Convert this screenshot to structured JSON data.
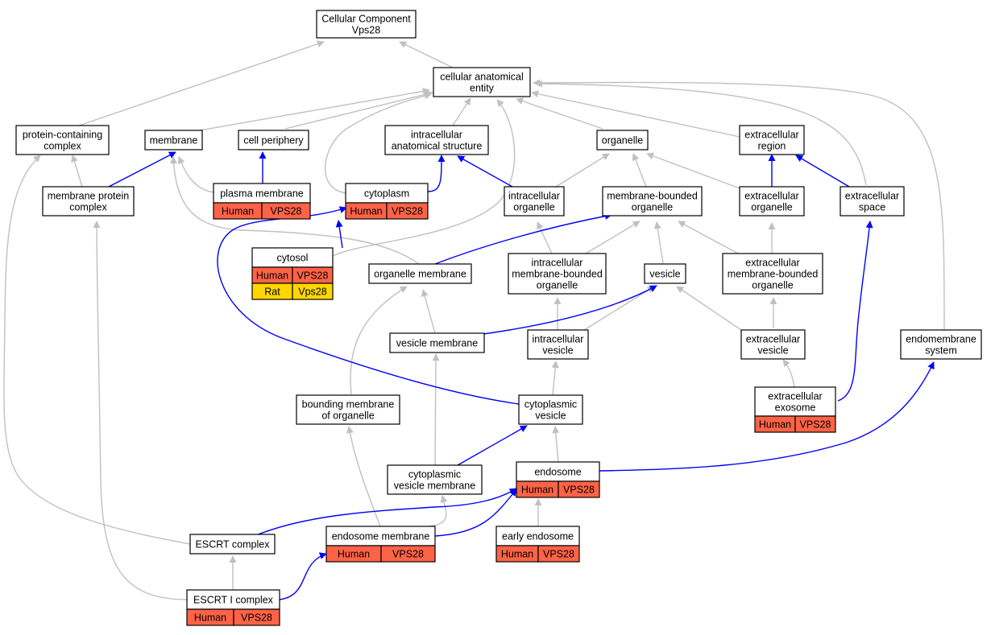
{
  "colors": {
    "edge_is_a": "#c0c0c0",
    "edge_part_of": "#0000ff",
    "human_cell": "#ff6347",
    "rat_cell": "#ffd700"
  },
  "nodes": {
    "cellular_component": [
      "Cellular Component",
      "Vps28"
    ],
    "cellular_anatomical_entity": [
      "cellular anatomical",
      "entity"
    ],
    "protein_containing_complex": [
      "protein-containing",
      "complex"
    ],
    "membrane": [
      "membrane"
    ],
    "cell_periphery": [
      "cell periphery"
    ],
    "intracellular_anatomical_structure": [
      "intracellular",
      "anatomical structure"
    ],
    "organelle": [
      "organelle"
    ],
    "extracellular_region": [
      "extracellular",
      "region"
    ],
    "membrane_protein_complex": [
      "membrane protein",
      "complex"
    ],
    "plasma_membrane": [
      "plasma membrane"
    ],
    "cytoplasm": [
      "cytoplasm"
    ],
    "intracellular_organelle": [
      "intracellular",
      "organelle"
    ],
    "membrane_bounded_organelle": [
      "membrane-bounded",
      "organelle"
    ],
    "extracellular_organelle": [
      "extracellular",
      "organelle"
    ],
    "extracellular_space": [
      "extracellular",
      "space"
    ],
    "cytosol": [
      "cytosol"
    ],
    "organelle_membrane": [
      "organelle membrane"
    ],
    "intracellular_membrane_bounded_organelle": [
      "intracellular",
      "membrane-bounded",
      "organelle"
    ],
    "vesicle": [
      "vesicle"
    ],
    "extracellular_membrane_bounded_organelle": [
      "extracellular",
      "membrane-bounded",
      "organelle"
    ],
    "vesicle_membrane": [
      "vesicle membrane"
    ],
    "intracellular_vesicle": [
      "intracellular",
      "vesicle"
    ],
    "extracellular_vesicle": [
      "extracellular",
      "vesicle"
    ],
    "endomembrane_system": [
      "endomembrane",
      "system"
    ],
    "bounding_membrane_of_organelle": [
      "bounding membrane",
      "of organelle"
    ],
    "cytoplasmic_vesicle": [
      "cytoplasmic",
      "vesicle"
    ],
    "extracellular_exosome": [
      "extracellular",
      "exosome"
    ],
    "cytoplasmic_vesicle_membrane": [
      "cytoplasmic",
      "vesicle membrane"
    ],
    "endosome": [
      "endosome"
    ],
    "escrt_complex": [
      "ESCRT complex"
    ],
    "endosome_membrane": [
      "endosome membrane"
    ],
    "early_endosome": [
      "early endosome"
    ],
    "escrt_i_complex": [
      "ESCRT I complex"
    ]
  },
  "annotations": {
    "plasma_membrane": [
      [
        "Human",
        "VPS28"
      ]
    ],
    "cytoplasm": [
      [
        "Human",
        "VPS28"
      ]
    ],
    "cytosol": [
      [
        "Human",
        "VPS28"
      ],
      [
        "Rat",
        "Vps28"
      ]
    ],
    "extracellular_exosome": [
      [
        "Human",
        "VPS28"
      ]
    ],
    "endosome": [
      [
        "Human",
        "VPS28"
      ]
    ],
    "endosome_membrane": [
      [
        "Human",
        "VPS28"
      ]
    ],
    "early_endosome": [
      [
        "Human",
        "VPS28"
      ]
    ],
    "escrt_i_complex": [
      [
        "Human",
        "VPS28"
      ]
    ]
  }
}
